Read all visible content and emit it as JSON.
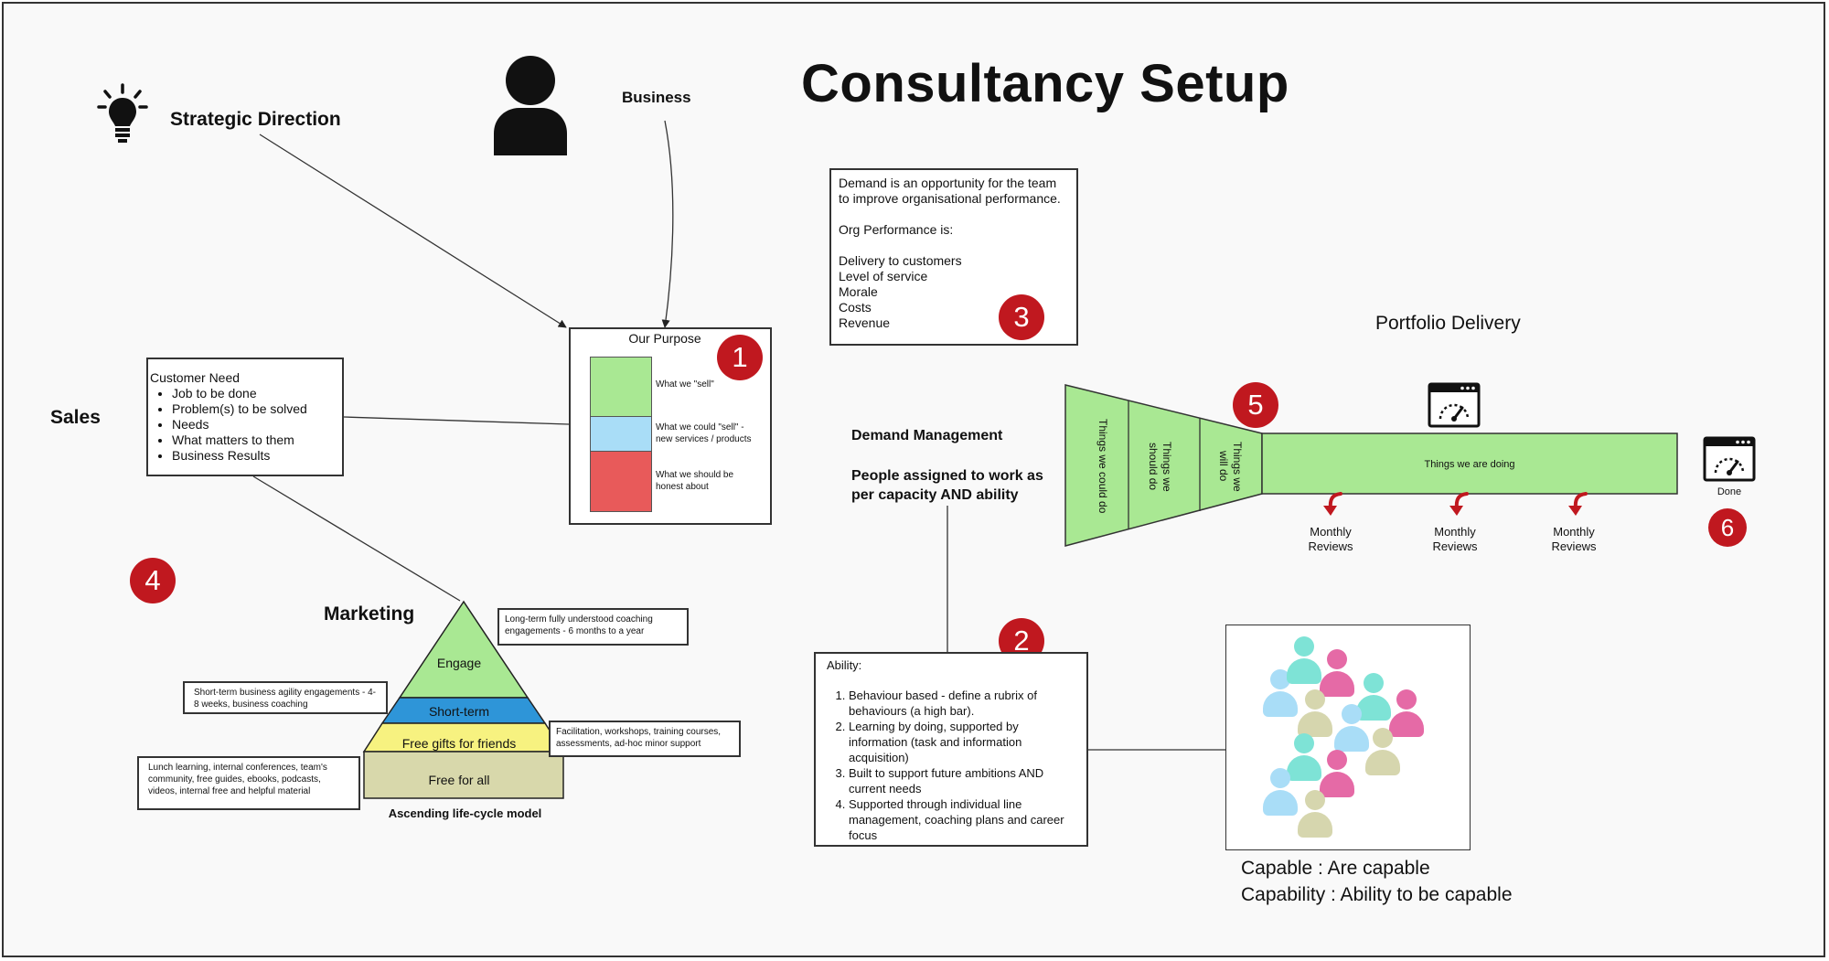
{
  "title": "Consultancy Setup",
  "strategic_direction": {
    "label": "Strategic Direction",
    "icon": "lightbulb-icon"
  },
  "business": {
    "label": "Business",
    "icon": "person-icon"
  },
  "purpose": {
    "title": "Our Purpose",
    "items": [
      {
        "text": "What we \"sell\"",
        "color": "#a9e893"
      },
      {
        "text": "What we could \"sell\" - new services / products",
        "color": "#a9ddf7"
      },
      {
        "text": "What we should be honest about",
        "color": "#e85a5a"
      }
    ]
  },
  "demand_note": {
    "intro": "Demand is an opportunity for the team to improve organisational performance.",
    "perf_heading": "Org Performance is:",
    "items": [
      "Delivery to customers",
      "Level of service",
      "Morale",
      "Costs",
      "Revenue"
    ]
  },
  "sales": {
    "label": "Sales"
  },
  "customer_need": {
    "title": "Customer Need",
    "items": [
      "Job to be done",
      "Problem(s) to be solved",
      "Needs",
      "What matters to them",
      "Business Results"
    ]
  },
  "portfolio": {
    "title": "Portfolio Delivery",
    "funnel_sections": [
      "Things we could do",
      "Things we should do",
      "Things we will do"
    ],
    "doing_label": "Things we are doing",
    "reviews": [
      "Monthly Reviews",
      "Monthly Reviews",
      "Monthly Reviews"
    ],
    "done_label": "Done",
    "color": "#a9e893",
    "icon": "dashboard-icon"
  },
  "demand_management": {
    "title": "Demand Management",
    "subtitle": "People assigned to work as per capacity AND ability"
  },
  "marketing": {
    "label": "Marketing",
    "pyramid_caption": "Ascending life-cycle model",
    "levels": [
      {
        "label": "Engage",
        "color": "#a9e893"
      },
      {
        "label": "Short-term",
        "color": "#2e95d8"
      },
      {
        "label": "Free gifts for friends",
        "color": "#f7f280"
      },
      {
        "label": "Free for all",
        "color": "#d8d8ab"
      }
    ],
    "notes": {
      "long_term": "Long-term fully understood coaching engagements - 6 months to a year",
      "short_term": "Short-term business agility engagements - 4-8 weeks, business coaching",
      "facilitation": "Facilitation, workshops, training courses, assessments, ad-hoc minor support",
      "free": "Lunch learning, internal conferences, team's community, free guides, ebooks, podcasts, videos, internal free and helpful material"
    }
  },
  "ability": {
    "title": "Ability:",
    "items": [
      "Behaviour based - define a rubrix of behaviours (a high bar).",
      "Learning by doing, supported by information (task and information acquisition)",
      "Built to support future ambitions AND current needs",
      "Supported through individual line management, coaching plans and career focus"
    ]
  },
  "capable": {
    "line1": "Capable : Are capable",
    "line2": "Capability : Ability to be capable",
    "people_colors": [
      "#a9ddf7",
      "#7ee3d6",
      "#e56aa6",
      "#d6d6ae"
    ]
  },
  "badges": [
    "1",
    "2",
    "3",
    "4",
    "5",
    "6"
  ]
}
